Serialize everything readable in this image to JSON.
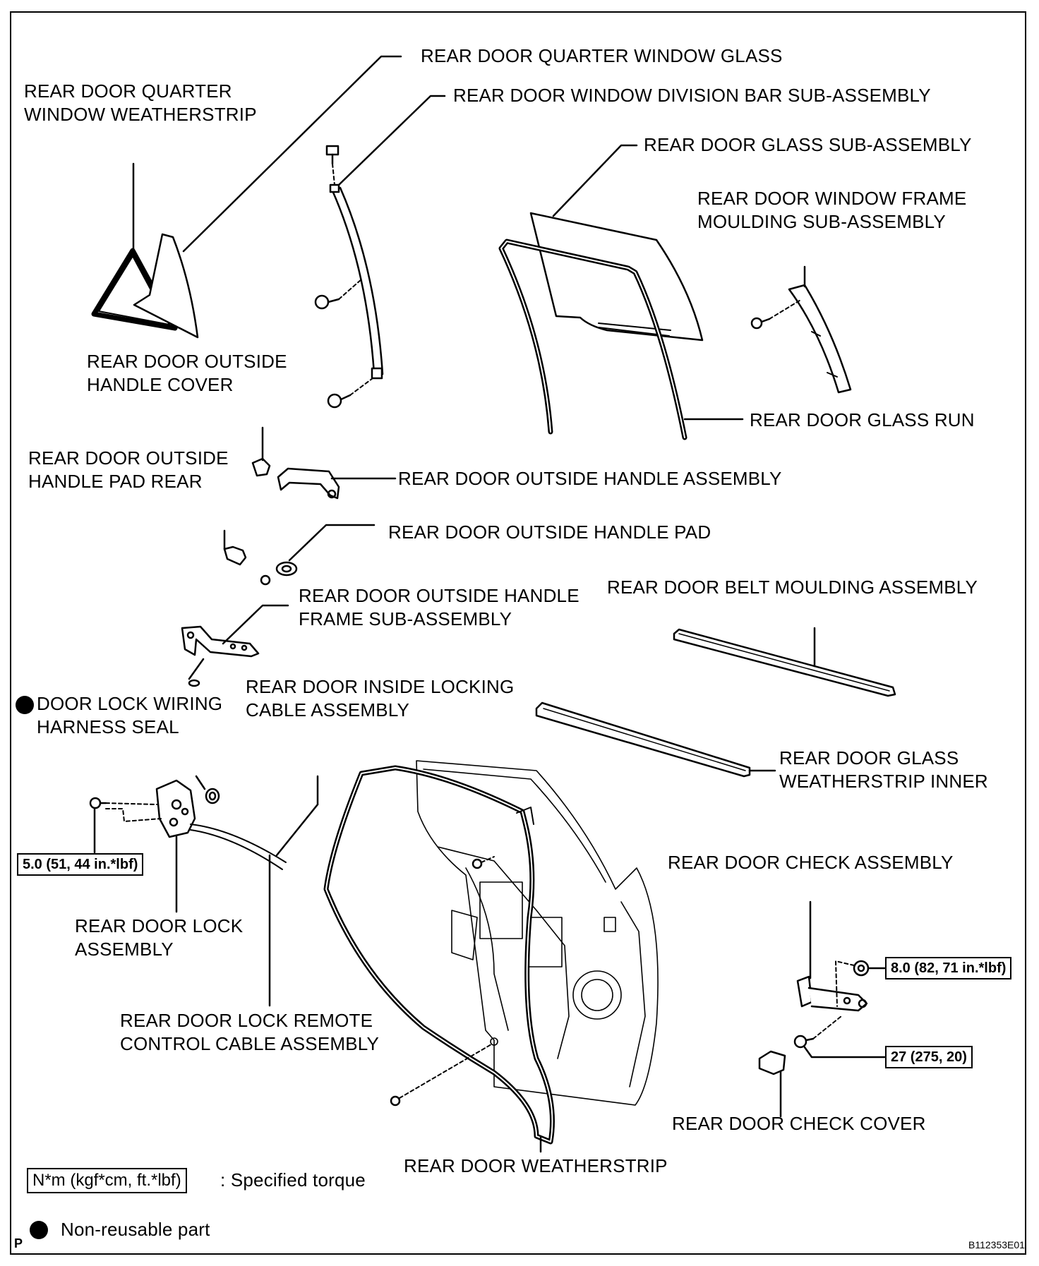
{
  "labels": {
    "quarter_window_glass": "REAR DOOR QUARTER WINDOW GLASS",
    "quarter_weatherstrip_1": "REAR DOOR QUARTER",
    "quarter_weatherstrip_2": "WINDOW WEATHERSTRIP",
    "division_bar": "REAR DOOR WINDOW DIVISION BAR SUB-ASSEMBLY",
    "glass_sub": "REAR DOOR GLASS SUB-ASSEMBLY",
    "frame_moulding_1": "REAR DOOR WINDOW FRAME",
    "frame_moulding_2": "MOULDING SUB-ASSEMBLY",
    "outside_handle_cover_1": "REAR DOOR OUTSIDE",
    "outside_handle_cover_2": "HANDLE COVER",
    "glass_run": "REAR DOOR GLASS RUN",
    "handle_pad_rear_1": "REAR DOOR OUTSIDE",
    "handle_pad_rear_2": "HANDLE PAD REAR",
    "outside_handle_assy": "REAR DOOR OUTSIDE HANDLE ASSEMBLY",
    "outside_handle_pad": "REAR DOOR OUTSIDE HANDLE PAD",
    "handle_frame_1": "REAR DOOR OUTSIDE HANDLE",
    "handle_frame_2": "FRAME SUB-ASSEMBLY",
    "belt_moulding": "REAR DOOR BELT MOULDING ASSEMBLY",
    "inside_locking_1": "REAR DOOR INSIDE LOCKING",
    "inside_locking_2": "CABLE ASSEMBLY",
    "harness_seal_1": "DOOR LOCK WIRING",
    "harness_seal_2": "HARNESS SEAL",
    "weatherstrip_inner_1": "REAR DOOR GLASS",
    "weatherstrip_inner_2": "WEATHERSTRIP INNER",
    "check_assy": "REAR DOOR CHECK ASSEMBLY",
    "lock_assy_1": "REAR DOOR LOCK",
    "lock_assy_2": "ASSEMBLY",
    "remote_cable_1": "REAR DOOR LOCK REMOTE",
    "remote_cable_2": "CONTROL CABLE ASSEMBLY",
    "check_cover": "REAR DOOR CHECK COVER",
    "weatherstrip": "REAR DOOR WEATHERSTRIP"
  },
  "torques": {
    "lock": "5.0 (51, 44 in.*lbf)",
    "check_upper": "8.0 (82, 71 in.*lbf)",
    "check_lower": "27 (275, 20)"
  },
  "legend": {
    "torque_box": "N*m (kgf*cm, ft.*lbf)",
    "torque_text": ": Specified torque",
    "nonreusable_text": "Non-reusable part"
  },
  "footer": {
    "p_mark": "P",
    "figure_id": "B112353E01"
  },
  "icons": {
    "nonreusable": "filled-circle-icon"
  }
}
